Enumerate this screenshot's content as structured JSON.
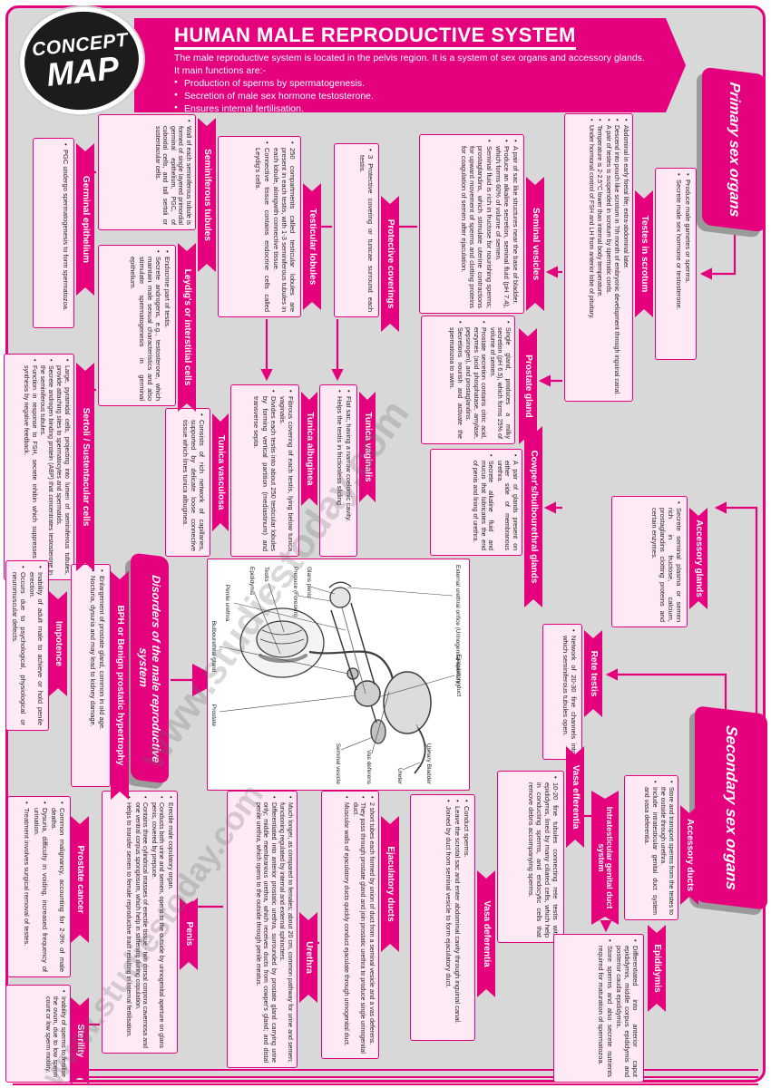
{
  "colors": {
    "pink": "#e5007d",
    "box_bg": "#fdeaf4",
    "page_bg": "#d8d8d8",
    "banner_shadow": "#9a9a9a",
    "logo_black": "#1c1c1c"
  },
  "watermark": "www.studiestoday.com",
  "header": {
    "logo_line1": "CONCEPT",
    "logo_line2": "MAP",
    "title": "HUMAN MALE REPRODUCTIVE SYSTEM",
    "intro1": "The male reproductive system is located in the pelvis region.  It is a system of sex organs and accessory glands.",
    "intro2": "It main functions are:-",
    "functions": [
      "Production of sperms by spermatogenesis.",
      "Secretion of male  sex hormone testosterone.",
      "Ensures internal fertilisation."
    ]
  },
  "banners": {
    "primary": "Primary sex organs",
    "secondary": "Secondary sex organs",
    "disorders": "Disorders of the male reproductive system"
  },
  "sections": {
    "produce": {
      "bullets": [
        "Produce male gametes or sperms.",
        "Secrete male sex hormone or testosterone."
      ]
    },
    "testes_in_scrotum": {
      "title": "Testes in scrotum",
      "bullets": [
        "Abdominal in early foetal life; extra-abdominal later.",
        "Descend into pouch like scrotum in 7th month of embryonic development through inguinal canal.",
        "A pair of testes is suspended in scrotum by spermatic cords.",
        "Temperature is 2-2.5°C lower than internal body temperature.",
        "Under hormonal control of FSH and LH from anterior lobe of pituitary."
      ]
    },
    "seminal_vesicles": {
      "title": "Seminal vesicles",
      "bullets": [
        "A pair of sac like structures near the base of bladder.",
        "Produce an alkaline secretion, seminal fluid (pH 7.4), which forms 60% of volume of semen.",
        "Seminal fluid is rich in fructose for nourishing sperms; prostaglandins, which stimulate uterine contractions for upward movement of sperms and clotting proteins for coagulation of semen after ejaculation."
      ]
    },
    "prostate_gland": {
      "title": "Prostate gland",
      "bullets": [
        "Single gland, produces a milky secretion (pH 6.5), which forms 25% of volume of semen.",
        "Prostate secretion contains citric acid, enzymes (acid phosphatase, amylase, pepsinogen), and prostaglandins.",
        "Secretions nourish and activate the spermatozoa to swim."
      ]
    },
    "cowpers": {
      "title": "Cowper's/bulbourethral glands",
      "bullets": [
        "A pair of glands present on either side of membranous urethra.",
        "Secrete alkaline fluid and mucus that lubricates the end of penis and lining of urethra."
      ]
    },
    "protective_coverings": {
      "title": "Protective coverings",
      "bullets": [
        "3 Protective covering or tunicae surround each testis."
      ]
    },
    "testicular_lobules": {
      "title": "Testicular lobules",
      "bullets": [
        "250 compartments called testicular lobules are present in each testis, with 1-3 seminiferous tubules in each lobule, alongwith connective tissue.",
        "Connective tissue contains endocrine cells called Leydig's cells."
      ]
    },
    "seminiferous_tubules": {
      "title": "Seminiferous tubules",
      "bullets": [
        "Wall of each seminiferous tubule is formed of single layered primordial germinal epithelium, PGC, of cuboidal cells, and tall sertoli or sustentacular cells."
      ]
    },
    "leydigs": {
      "title": "Leydig's or interstitial cells",
      "bullets": [
        "Endocrine part of testis.",
        "Secrete androgens, e.g., testosterone, which maintain male sexual characteristics and also stimulate spermatogenesis in germinal epithelium."
      ]
    },
    "germinal_epithelium": {
      "title": "Germinal epithelium",
      "bullets": [
        "PGC undergo spermatogenesis to form spermatozoa."
      ]
    },
    "sertoli": {
      "title": "Sertoli / Sustentacular cells",
      "bullets": [
        "Large, pyramidal cells, projecting into lumen of seminiferous tubules, provide attaching sites to spermatocytes and spermatids.",
        "Secrete androgen binding protein (ABP) that concentrates testosterone in the seminiferous tubules.",
        "Function in response to FSH, secrete inhibin which suppresses FSH synthesis by negative feedback."
      ]
    },
    "tunica_vaginalis": {
      "title": "Tunica vaginalis",
      "bullets": [
        "Flat sac, having a narrow coelomic cavity.",
        "Helps the testis in frictionless sliding."
      ]
    },
    "tunica_albuginea": {
      "title": "Tunica albuginea",
      "bullets": [
        "Fibrous covering of each testis, lying below tunica vaginalis.",
        "Divides each testis into about 250 testicular lobules by forming vertical partition (mediastinum) and transverse septa."
      ]
    },
    "tunica_vasculosa": {
      "title": "Tunica vasculosa",
      "bullets": [
        "Consists of rich network of capillaries, supported by delicate loose connective tissue which lines tunica albuginea."
      ]
    },
    "accessory_glands": {
      "title": "Accessory glands",
      "bullets": [
        "Secrete seminal plasma or semen rich in fructose, calcium, prostaglandins clotting proteins and certain enzymes."
      ]
    },
    "accessory_ducts": {
      "title": "Accessory ducts",
      "bullets": [
        "Store and transport sperms from the testes to the outside through urethra.",
        "Include intratesticular genital duct system and vasa deferentia."
      ]
    },
    "intratesticular": {
      "title": "Intratesticular genital duct system"
    },
    "rete_testis": {
      "title": "Rete testis",
      "bullets": [
        "Network of 20-30 fine channels into which seminiferous tubules open."
      ]
    },
    "vasa_efferentia": {
      "title": "Vasa efferentia",
      "bullets": [
        "10-20 fine tubules connecting rete testis with epididymis, lined by many ciliated cells, which help in conducting sperms, and endocytic cells that remove debris accompanying sperms."
      ]
    },
    "epididymis": {
      "title": "Epididymis",
      "bullets": [
        "Differentiated into anterior caput epididymis, middle corpus epididymis and posterior cauda epididymis.",
        "Store sperms and also secrete nutrients required for maturation of spermatozoa."
      ]
    },
    "vasa_deferentia": {
      "title": "Vasa deferentia",
      "bullets": [
        "Conduct sperms.",
        "Leave the scrotal sac and enter abdominal cavity through inguinal canal.",
        "Joined by duct from seminal vesicle to form ejaculatory duct."
      ]
    },
    "ejaculatory_ducts": {
      "title": "Ejaculatory ducts",
      "bullets": [
        "2 short tubes each formed by union of duct from a seminal vesicle and a vas deferens.",
        "They pass through prostate gland and join prostatic urethra to produce single urinogenital duct.",
        "Muscular walls of ejaculatory ducts quickly conduct ejaculate through urinogenital duct."
      ]
    },
    "urethra": {
      "title": "Urethra",
      "bullets": [
        "Much longer, as compared to females; about 20 cm, common pathway for urine and semen; functioning regulated by internal and external sphincters.",
        "Differentiated into anterior prostatic urethra, surrounded by prostate gland carrying urine only; middle membranous urethra, which receives ducts from cowper's gland; and distal penile urethra, which opens to the outside through penile meatus."
      ]
    },
    "penis": {
      "title": "Penis",
      "bullets": [
        "Erectile male copulatory organ.",
        "Conducts both urine and semen, opens to the outside by urinogenital aperture on glans penis, covered by prepuce.",
        "Contains three cylindrical masses of erectile tissue - two dorsal corpora cavernosa and one ventral corpus spongiosum, which help in stiffening during copulation.",
        "Helps to transfer semen to female reproductive tract resulting in internal fertilisation."
      ]
    },
    "bph": {
      "title": "BPH or Benign prostatic hypertrophy",
      "bullets": [
        "Enlargement of prostate gland, common in old age.",
        "Nocturia, dysuria and may lead to kidney damage."
      ]
    },
    "impotence": {
      "title": "Impotence",
      "bullets": [
        "Inability of adult male to achieve or hold penile erection.",
        "Occurs due to psychological, physiological or neuromuscular defects."
      ]
    },
    "prostate_cancer": {
      "title": "Prostate cancer",
      "bullets": [
        "Common malignancy, accounting for 2-3% of male deaths.",
        "Dysuria, difficulty in voiding, increased frequency of urination.",
        "Treatment involves surgical removal of testes."
      ]
    },
    "sterility": {
      "title": "Sterility",
      "bullets": [
        "Inability of sperms to fertilise the ovum, due to low sperm count or low sperm motility."
      ]
    }
  },
  "diagram": {
    "labels": [
      "Ejaculatory duct",
      "Urinary Bladder",
      "Ureter",
      "Vas deferens",
      "Seminal vesicle",
      "Prostate",
      "Bulbourethral gland",
      "Penile urethra",
      "Epididymis",
      "Testis",
      "Glans penis",
      "Prepuce (Foreskin)",
      "External urethral orifice (Urinogenital aperture)"
    ]
  }
}
